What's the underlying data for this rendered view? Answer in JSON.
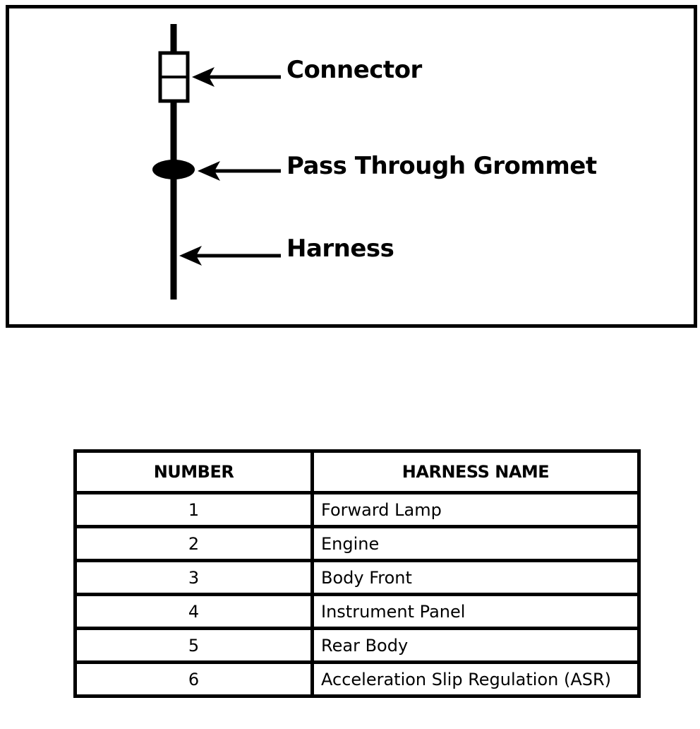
{
  "legend": {
    "connector_label": "Connector",
    "grommet_label": "Pass Through Grommet",
    "harness_label": "Harness"
  },
  "table": {
    "headers": [
      "NUMBER",
      "HARNESS NAME"
    ],
    "rows": [
      {
        "number": "1",
        "name": "Forward Lamp"
      },
      {
        "number": "2",
        "name": "Engine"
      },
      {
        "number": "3",
        "name": "Body Front"
      },
      {
        "number": "4",
        "name": "Instrument Panel"
      },
      {
        "number": "5",
        "name": "Rear Body"
      },
      {
        "number": "6",
        "name": "Acceleration Slip Regulation (ASR)"
      }
    ]
  }
}
